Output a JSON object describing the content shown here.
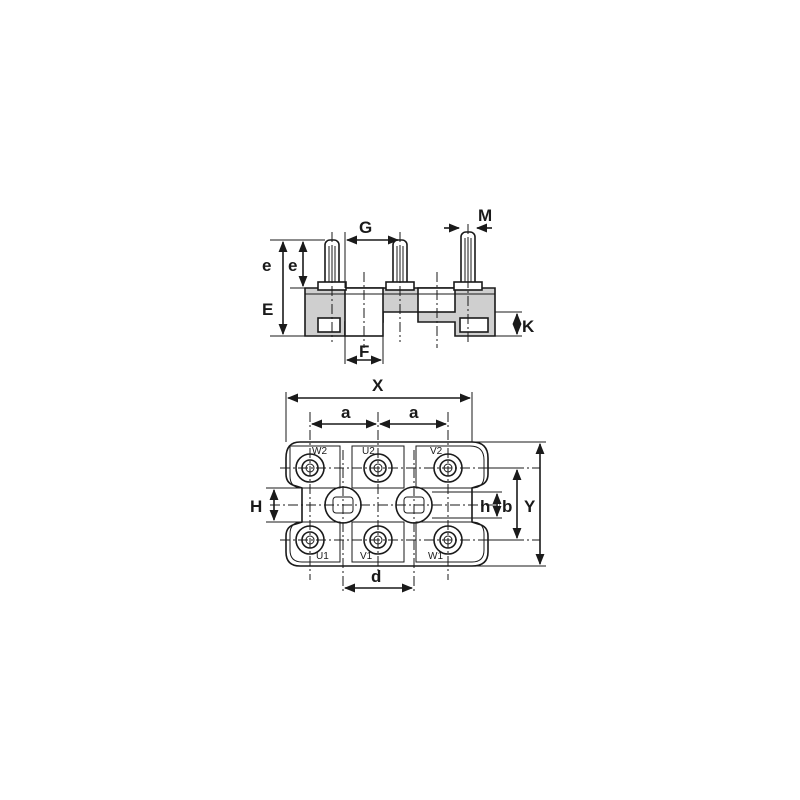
{
  "side_view": {
    "dim_labels": {
      "e_outer": "e",
      "e_inner": "e",
      "E": "E",
      "G": "G",
      "M": "M",
      "K": "K",
      "F": "F"
    }
  },
  "top_view": {
    "dim_labels": {
      "X": "X",
      "a_left": "a",
      "a_right": "a",
      "H": "H",
      "h": "h",
      "b": "b",
      "Y": "Y",
      "d": "d"
    },
    "terminals": {
      "W2": "W2",
      "U2": "U2",
      "V2": "V2",
      "U1": "U1",
      "V1": "V1",
      "W1": "W1"
    }
  }
}
